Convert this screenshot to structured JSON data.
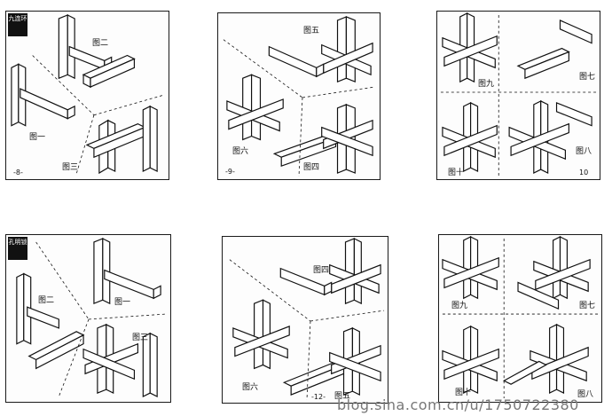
{
  "panels": [
    {
      "id": "p1",
      "tag": "九连环",
      "page": "-8-",
      "captions": [
        "图二",
        "图一",
        "图三"
      ]
    },
    {
      "id": "p2",
      "page": "-9-",
      "captions": [
        "图五",
        "图六",
        "图四"
      ]
    },
    {
      "id": "p3",
      "page": "10",
      "captions": [
        "图九",
        "图七",
        "图十",
        "图八"
      ]
    },
    {
      "id": "p4",
      "tag": "孔明锁",
      "captions": [
        "图二",
        "图一",
        "图三"
      ]
    },
    {
      "id": "p5",
      "page": "-12-",
      "captions": [
        "图四",
        "图六",
        "图五"
      ]
    },
    {
      "id": "p6",
      "captions": [
        "图九",
        "图七",
        "图十",
        "图八"
      ]
    }
  ],
  "watermark": "blog.sina.com.cn/u/1750722380"
}
